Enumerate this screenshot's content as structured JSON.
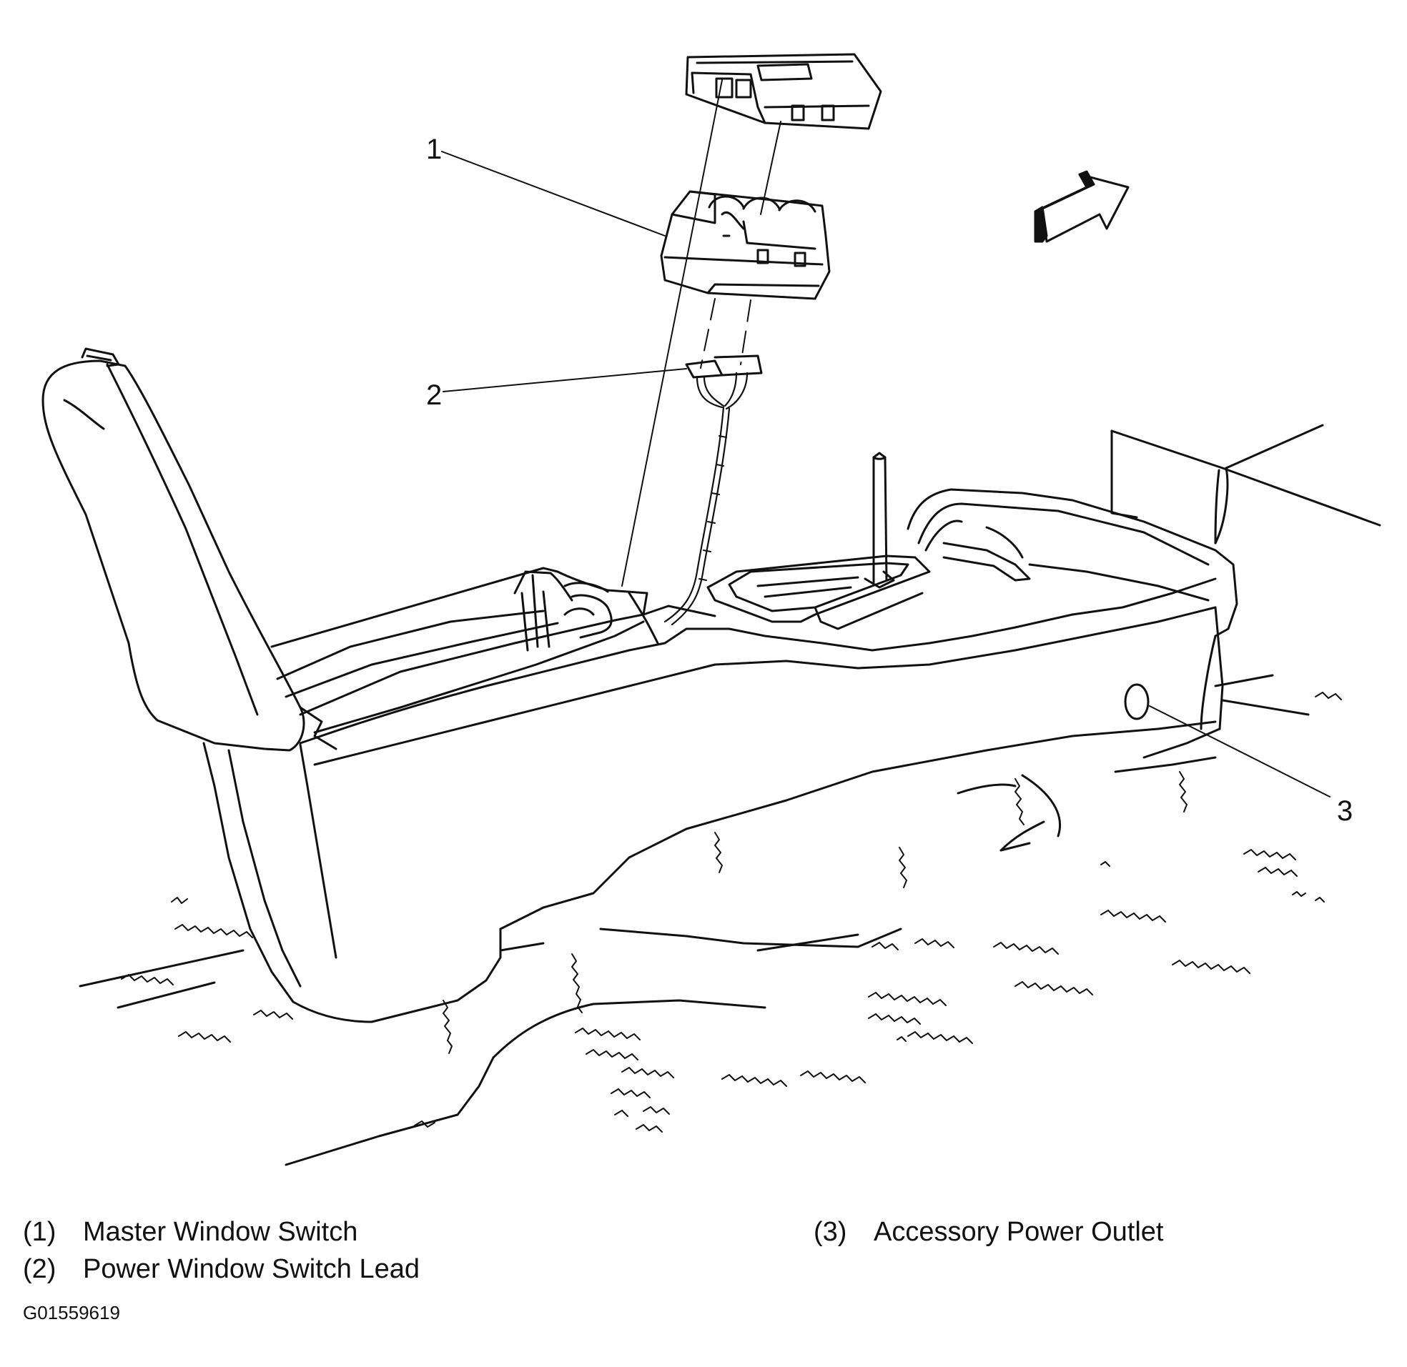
{
  "callouts": {
    "c1": "1",
    "c2": "2",
    "c3": "3"
  },
  "legend": {
    "items": [
      {
        "number": "(1)",
        "label": "Master Window Switch"
      },
      {
        "number": "(2)",
        "label": "Power Window Switch Lead"
      },
      {
        "number": "(3)",
        "label": "Accessory Power Outlet"
      }
    ]
  },
  "figure_id": "G01559619",
  "icons": {
    "direction_arrow": "forward-arrow-icon"
  }
}
